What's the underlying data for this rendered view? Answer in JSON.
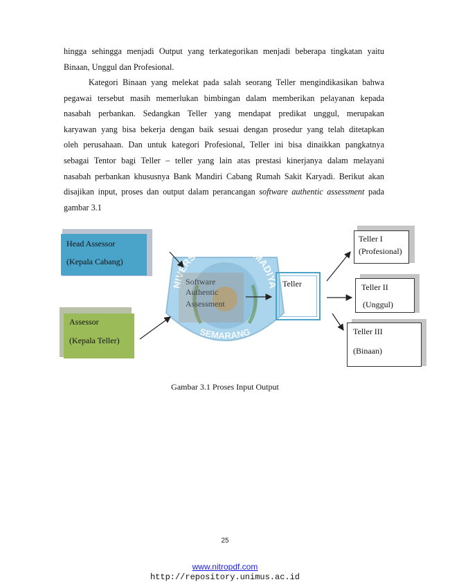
{
  "paragraph1": {
    "lines": [
      "hingga sehingga menjadi Output yang terkategorikan menjadi beberapa tingkatan yaitu",
      "Binaan, Unggul dan Profesional."
    ]
  },
  "paragraph2": {
    "lines": [
      "Kategori Binaan yang melekat pada salah seorang Teller mengindikasikan bahwa",
      "pegawai tersebut masih memerlukan bimbingan dalam memberikan pelayanan kepada",
      "nasabah perbankan. Sedangkan Teller yang mendapat predikat unggul, merupakan",
      "karyawan yang bisa bekerja dengan baik sesuai dengan  prosedur yang telah ditetapkan",
      "oleh perusahaan. Dan untuk kategori Profesional, Teller ini bisa dinaikkan pangkatnya",
      "sebagai Tentor bagi Teller – teller yang lain atas prestasi kinerjanya dalam melayani",
      "nasabah perbankan khususnya Bank Mandiri Cabang Rumah Sakit Karyadi. Berikut akan"
    ],
    "last_line_before": "disajikan input, proses dan output dalam perancangan ",
    "last_line_italic": "software authentic assessment",
    "last_line_after": " pada",
    "final_line": "gambar 3.1"
  },
  "diagram": {
    "head_assessor": {
      "line1": "Head Assessor",
      "line2": "(Kepala Cabang)"
    },
    "assessor": {
      "line1": "Assessor",
      "line2": "(Kepala Teller)"
    },
    "process": {
      "line1": "Software",
      "line2": "Authentic",
      "line3": "Assessment"
    },
    "teller": {
      "label": "Teller"
    },
    "teller1": {
      "line1": "Teller  I",
      "line2": "(Profesional)"
    },
    "teller2": {
      "line1": "Teller  II",
      "line2": "(Unggul)"
    },
    "teller3": {
      "line1": "Teller  III",
      "line2": "(Binaan)"
    },
    "watermark": {
      "top_text": "UNIVERSITAS MUHAMMADIYAH",
      "bottom_text": "SEMARANG"
    },
    "colors": {
      "blue_box": "#4aa3c9",
      "green_box": "#9bbb59",
      "teller_border": "#4aa3c9"
    }
  },
  "caption": "Gambar 3.1 Proses Input Output",
  "page_number": "25",
  "footer": {
    "link": "www.nitropdf.com",
    "url": "http://repository.unimus.ac.id"
  }
}
